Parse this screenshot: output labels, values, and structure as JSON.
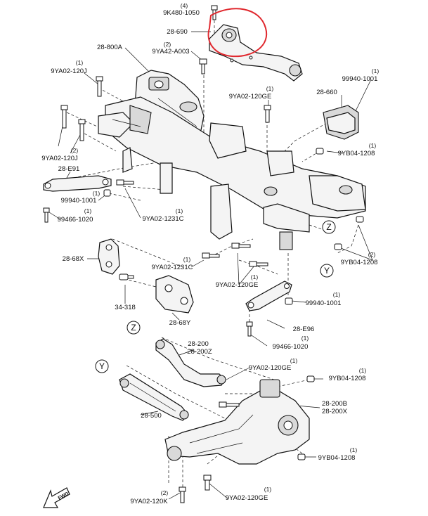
{
  "colors": {
    "ink": "#111111",
    "highlight": "#e0282e",
    "paper": "#ffffff"
  },
  "labels": {
    "bolt_top": {
      "qty": "(4)",
      "part": "9K480-1050"
    },
    "bracket_top": "28-690",
    "nut_top": {
      "qty": "(2)",
      "part": "9YA42-A003"
    },
    "crossmember": "28-800A",
    "bolt_left_a": {
      "qty": "(1)",
      "part": "9YA02-120J"
    },
    "bolt_left_b": {
      "qty": "(2)",
      "part": "9YA02-120J"
    },
    "bolt_center_top": {
      "qty": "(1)",
      "part": "9YA02-120GE"
    },
    "washer_right_top": {
      "qty": "(1)",
      "part": "99940-1001"
    },
    "bushing_right": "28-660",
    "nut_right_a": {
      "qty": "(1)",
      "part": "9YB04-1208"
    },
    "link_left": "28-E91",
    "washer_left": {
      "qty": "(1)",
      "part": "99940-1001"
    },
    "bolt_left_c": {
      "qty": "(1)",
      "part": "99466-1020"
    },
    "bolt_center_mid": {
      "qty": "(1)",
      "part": "9YA02-1231C"
    },
    "circle_z_right": "Z",
    "nut_right_b": {
      "qty": "(2)",
      "part": "9YB04-1208"
    },
    "bracket_left": "28-68X",
    "bolt_center_low": {
      "qty": "(1)",
      "part": "9YA02-1231C"
    },
    "circle_y_right": "Y",
    "bolt_center_low2": {
      "qty": "(1)",
      "part": "9YA02-120GE"
    },
    "washer_right_mid": {
      "qty": "(1)",
      "part": "99940-1001"
    },
    "bolt_left_d": "34-318",
    "bracket_mid": "28-68Y",
    "link_right": "28-E96",
    "bolt_right_mid": {
      "qty": "(1)",
      "part": "99466-1020"
    },
    "circle_z_left": "Z",
    "arm_upper": {
      "line1": "28-200",
      "line2": "28-200Z"
    },
    "bolt_arm_upper": {
      "qty": "(1)",
      "part": "9YA02-120GE"
    },
    "nut_knuckle_top": {
      "qty": "(1)",
      "part": "9YB04-1208"
    },
    "circle_y_left": "Y",
    "knuckle": {
      "line1": "28-200B",
      "line2": "28-200X"
    },
    "arm_lower": "28-500",
    "nut_knuckle_low": {
      "qty": "(1)",
      "part": "9YB04-1208"
    },
    "bolt_bottom_left": {
      "qty": "(2)",
      "part": "9YA02-120K"
    },
    "bolt_bottom_mid": {
      "qty": "(1)",
      "part": "9YA02-120GE"
    },
    "fwd": "FWD"
  }
}
